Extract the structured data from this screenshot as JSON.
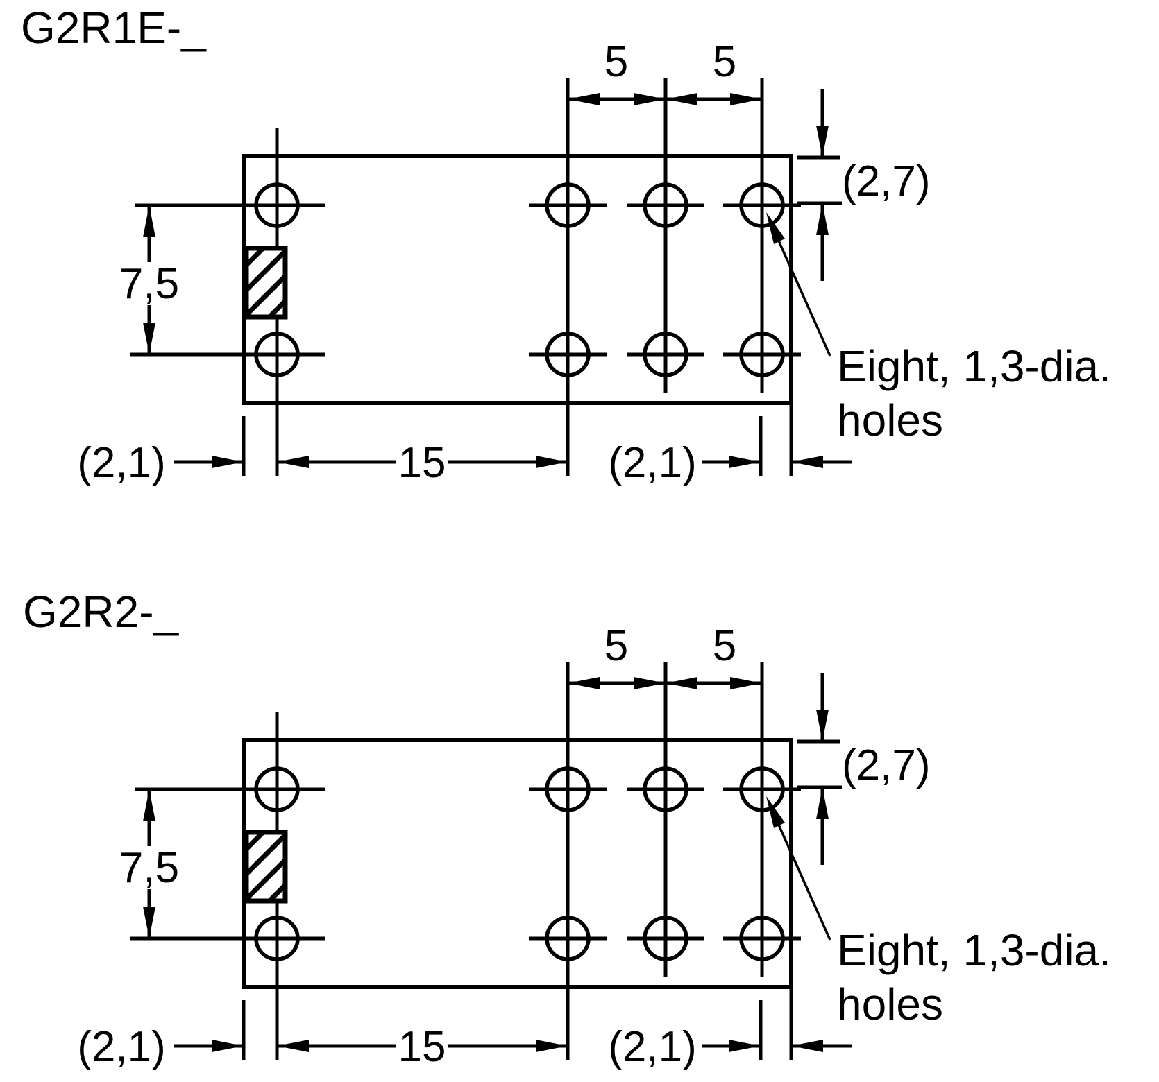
{
  "drawing": {
    "description": "PCB mounting hole dimension drawings for two relay footprints",
    "ink_color": "#000000",
    "background_color": "#ffffff",
    "diagrams": [
      {
        "title": "G2R1E-_",
        "labels": {
          "pitch_left": "5",
          "pitch_right": "5",
          "top_offset": "(2,7)",
          "vertical_pitch": "7,5",
          "left_offset": "(2,1)",
          "span": "15",
          "right_offset": "(2,1)",
          "callout_line1": "Eight, 1,3-dia.",
          "callout_line2": "holes"
        }
      },
      {
        "title": "G2R2-_",
        "labels": {
          "pitch_left": "5",
          "pitch_right": "5",
          "top_offset": "(2,7)",
          "vertical_pitch": "7,5",
          "left_offset": "(2,1)",
          "span": "15",
          "right_offset": "(2,1)",
          "callout_line1": "Eight, 1,3-dia.",
          "callout_line2": "holes"
        }
      }
    ]
  }
}
